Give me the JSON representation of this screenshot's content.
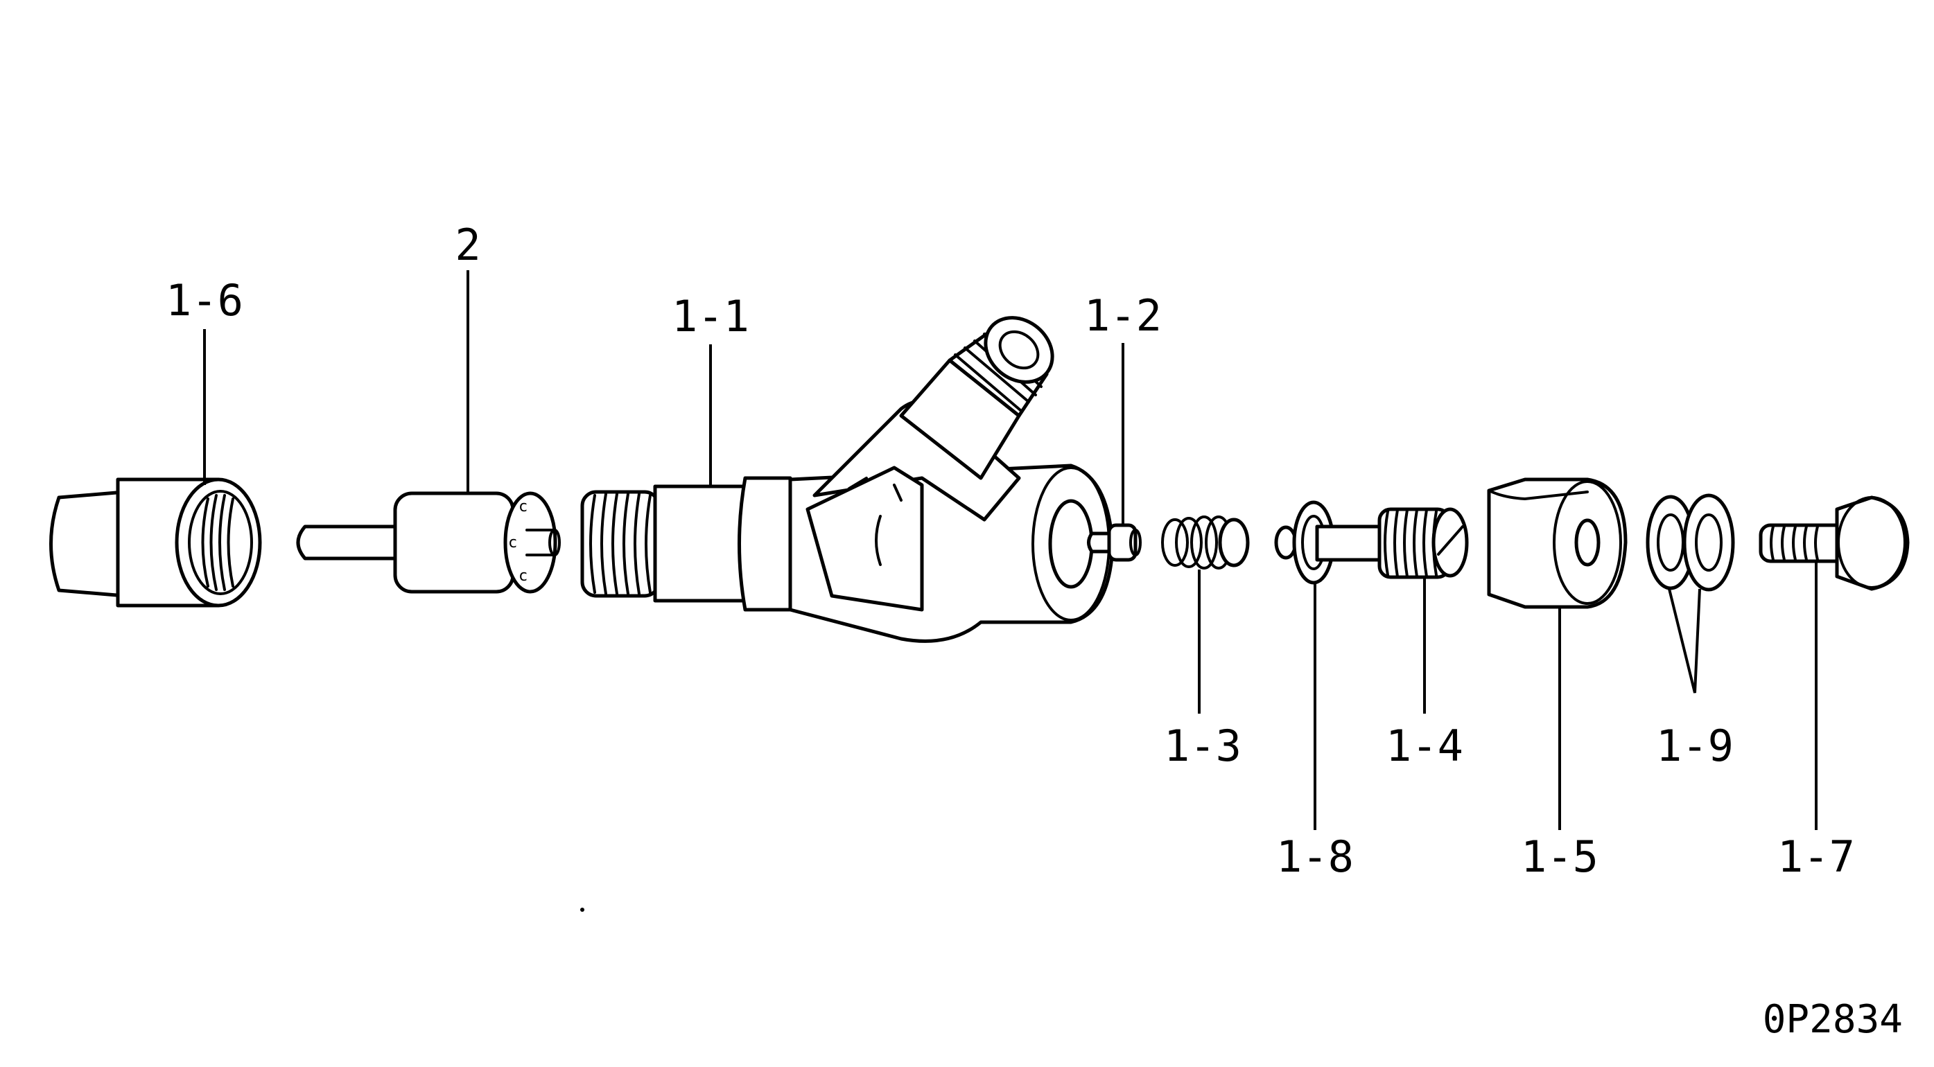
{
  "diagram": {
    "figure_ref": "0P2834",
    "colors": {
      "ink": "#000000",
      "background": "#ffffff"
    },
    "callouts": [
      {
        "id": "nozzle-holder-nut",
        "label": "1-6"
      },
      {
        "id": "nozzle",
        "label": "2"
      },
      {
        "id": "injector-body",
        "label": "1-1"
      },
      {
        "id": "push-rod",
        "label": "1-2"
      },
      {
        "id": "spring",
        "label": "1-3"
      },
      {
        "id": "adjusting-screw",
        "label": "1-4"
      },
      {
        "id": "lock-nut",
        "label": "1-5"
      },
      {
        "id": "washer",
        "label": "1-8"
      },
      {
        "id": "gaskets",
        "label": "1-9"
      },
      {
        "id": "cap-nut",
        "label": "1-7"
      }
    ]
  }
}
